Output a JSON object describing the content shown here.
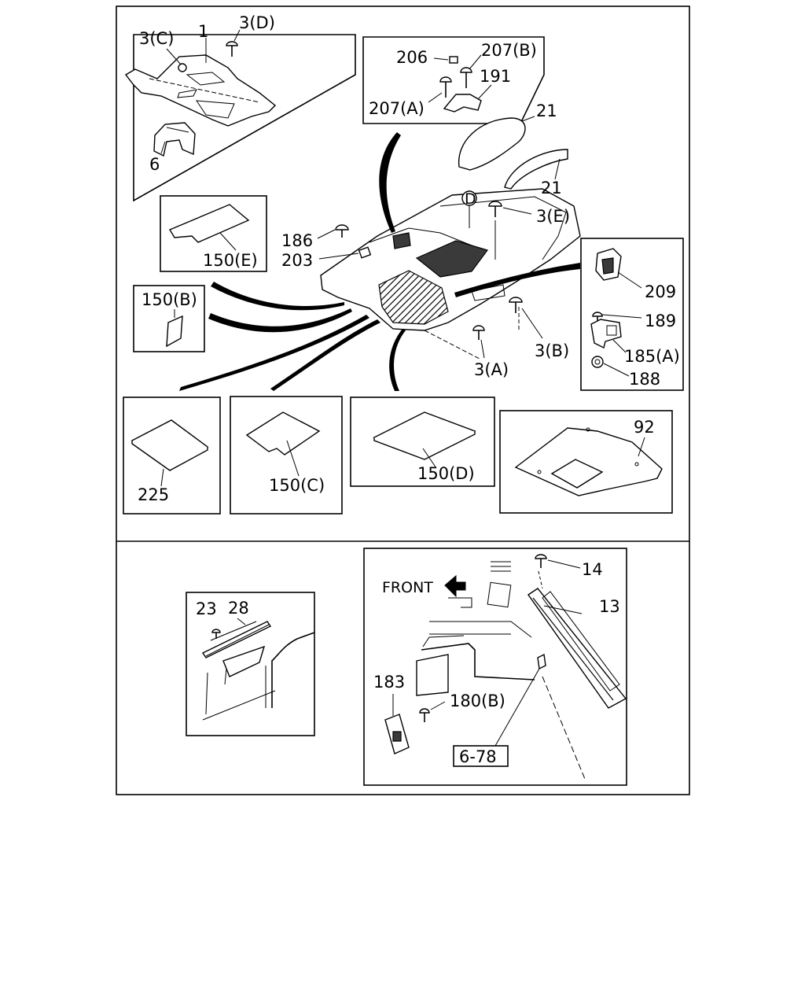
{
  "callouts": {
    "p3c": "3(C)",
    "p1": "1",
    "p3d": "3(D)",
    "p6": "6",
    "p206": "206",
    "p207b": "207(B)",
    "p191": "191",
    "p207a": "207(A)",
    "p21a": "21",
    "p21b": "21",
    "pD": "D",
    "p3e": "3(E)",
    "p186": "186",
    "p203": "203",
    "p150e": "150(E)",
    "p150b": "150(B)",
    "p209": "209",
    "p189": "189",
    "p185a": "185(A)",
    "p188": "188",
    "p3b": "3(B)",
    "p3a": "3(A)",
    "p225": "225",
    "p150c": "150(C)",
    "p150d": "150(D)",
    "p92": "92",
    "p23": "23",
    "p28": "28",
    "front": "FRONT",
    "p14": "14",
    "p13": "13",
    "p183": "183",
    "p180b": "180(B)",
    "p678": "6-78"
  }
}
